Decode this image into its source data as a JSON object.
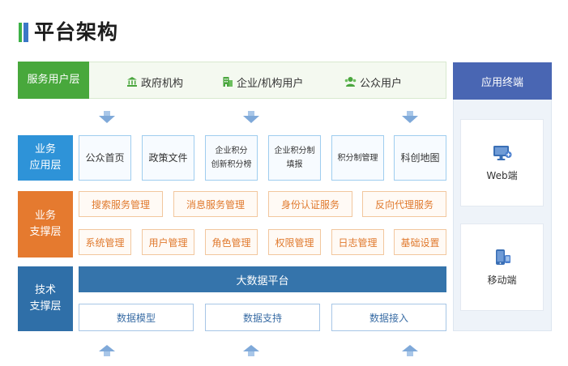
{
  "page": {
    "title": "平台架构"
  },
  "service_layer": {
    "label": "服务用户层",
    "users": [
      {
        "label": "政府机构",
        "icon": "government-building-icon"
      },
      {
        "label": "企业/机构用户",
        "icon": "enterprise-building-icon"
      },
      {
        "label": "公众用户",
        "icon": "public-users-icon"
      }
    ]
  },
  "app_layer": {
    "label_line1": "业务",
    "label_line2": "应用层",
    "items": [
      {
        "line1": "公众首页",
        "line2": ""
      },
      {
        "line1": "政策文件",
        "line2": ""
      },
      {
        "line1": "企业积分",
        "line2": "创新积分榜"
      },
      {
        "line1": "企业积分制",
        "line2": "填报"
      },
      {
        "line1": "积分制管理",
        "line2": ""
      },
      {
        "line1": "科创地图",
        "line2": ""
      }
    ]
  },
  "support_layer": {
    "label_line1": "业务",
    "label_line2": "支撑层",
    "row1": [
      "搜索服务管理",
      "消息服务管理",
      "身份认证服务",
      "反向代理服务"
    ],
    "row2": [
      "系统管理",
      "用户管理",
      "角色管理",
      "权限管理",
      "日志管理",
      "基础设置"
    ]
  },
  "tech_layer": {
    "label_line1": "技术",
    "label_line2": "支撑层",
    "platform": "大数据平台",
    "items": [
      "数据模型",
      "数据支持",
      "数据接入"
    ]
  },
  "terminal": {
    "header": "应用终端",
    "items": [
      {
        "label": "Web端",
        "icon": "desktop-monitor-icon"
      },
      {
        "label": "移动端",
        "icon": "mobile-device-icon"
      }
    ]
  },
  "colors": {
    "service": "#48a83c",
    "application": "#2e93d8",
    "support": "#e57a2f",
    "technology": "#2f6fa8",
    "terminal": "#4966b3"
  }
}
